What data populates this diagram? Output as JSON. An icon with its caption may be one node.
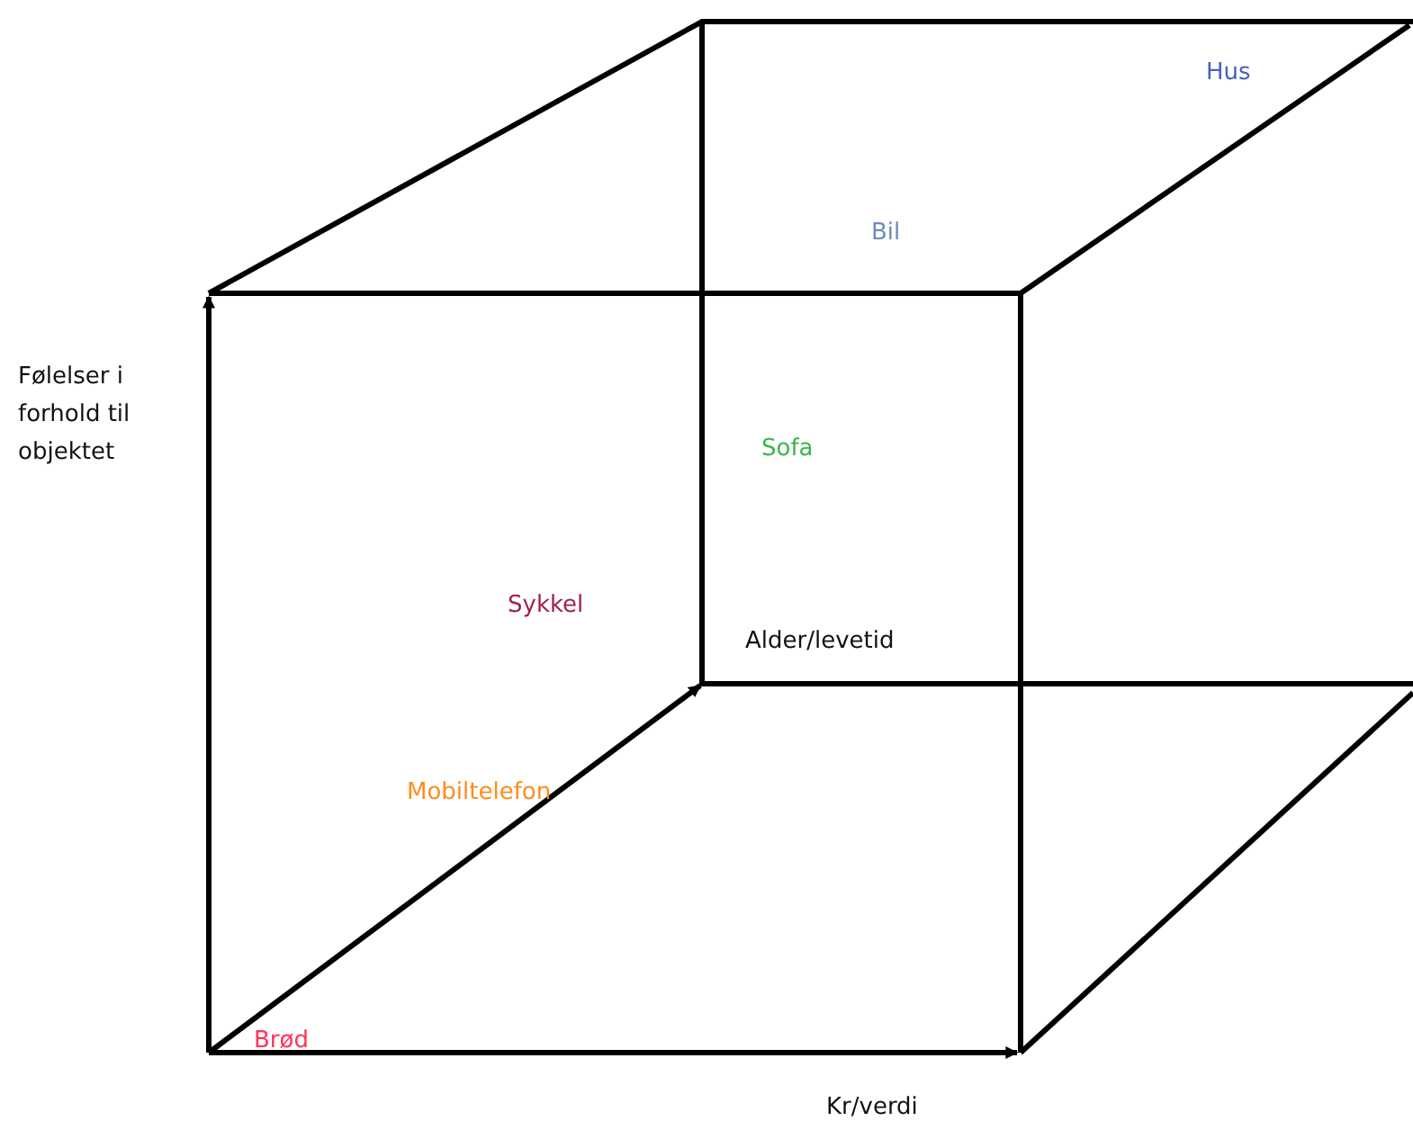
{
  "diagram": {
    "labels": [
      "Hus",
      "Bil",
      "Følelser i forhold til objektet",
      "Sofa",
      "Sykkel",
      "Alder/levetid",
      "Mobiltelefon",
      "Brød",
      "Kr/verdi"
    ]
  }
}
